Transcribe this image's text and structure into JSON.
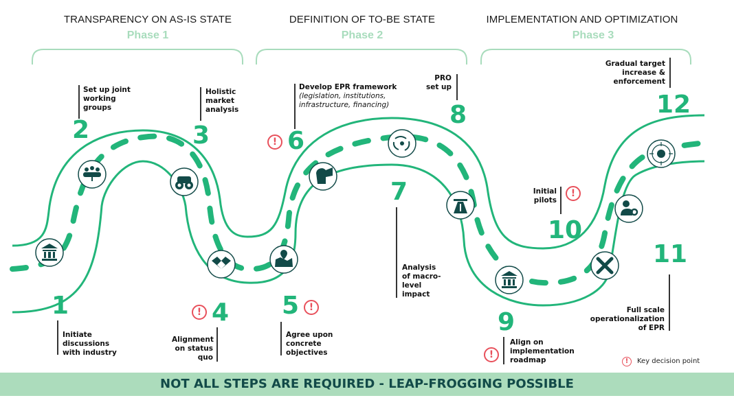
{
  "phases": [
    {
      "title": "TRANSPARENCY ON AS-IS STATE",
      "subtitle": "Phase 1"
    },
    {
      "title": "DEFINITION OF TO-BE STATE",
      "subtitle": "Phase 2"
    },
    {
      "title": "IMPLEMENTATION AND OPTIMIZATION",
      "subtitle": "Phase 3"
    }
  ],
  "steps": [
    {
      "number": "1",
      "label": "Initiate discussions with industry",
      "lines": [
        "Initiate",
        "discussions",
        "with industry"
      ],
      "icon": "government-building-icon",
      "key_decision": false
    },
    {
      "number": "2",
      "label": "Set up joint working groups",
      "lines": [
        "Set up joint",
        "working",
        "groups"
      ],
      "icon": "meeting-table-icon",
      "key_decision": false
    },
    {
      "number": "3",
      "label": "Holistic market analysis",
      "lines": [
        "Holistic",
        "market",
        "analysis"
      ],
      "icon": "binoculars-icon",
      "key_decision": false
    },
    {
      "number": "4",
      "label": "Alignment on status quo",
      "lines": [
        "Alignment",
        "on status",
        "quo"
      ],
      "icon": "handshake-icon",
      "key_decision": true
    },
    {
      "number": "5",
      "label": "Agree upon concrete objectives",
      "lines": [
        "Agree upon",
        "concrete",
        "objectives"
      ],
      "icon": "map-pin-icon",
      "key_decision": true
    },
    {
      "number": "6",
      "label": "Develop EPR framework",
      "lines": [
        "Develop EPR framework"
      ],
      "sublines": [
        "(legislation, institutions,",
        "infrastructure, financing)"
      ],
      "icon": "lighthouse-icon",
      "key_decision": true
    },
    {
      "number": "7",
      "label": "Analysis of macro-level impact",
      "lines": [
        "Analysis",
        "of macro-",
        "level",
        "impact"
      ],
      "icon": "cycle-arrows-icon",
      "key_decision": false
    },
    {
      "number": "8",
      "label": "PRO set up",
      "lines": [
        "PRO",
        "set up"
      ],
      "icon": "highway-icon",
      "key_decision": false
    },
    {
      "number": "9",
      "label": "Align on implementation roadmap",
      "lines": [
        "Align on",
        "implementation",
        "roadmap"
      ],
      "icon": "government-building-icon",
      "key_decision": true
    },
    {
      "number": "10",
      "label": "Initial pilots",
      "lines": [
        "Initial",
        "pilots"
      ],
      "icon": "tools-icon",
      "key_decision": true
    },
    {
      "number": "11",
      "label": "Full scale operationalization of EPR",
      "lines": [
        "Full scale",
        "operationalization",
        "of EPR"
      ],
      "icon": "worker-gear-icon",
      "key_decision": false
    },
    {
      "number": "12",
      "label": "Gradual target increase & enforcement",
      "lines": [
        "Gradual target",
        "increase &",
        "enforcement"
      ],
      "icon": "target-gear-icon",
      "key_decision": false
    }
  ],
  "legend": {
    "icon": "exclamation-circle-icon",
    "symbol": "!",
    "label": "Key decision point"
  },
  "banner": "NOT ALL STEPS ARE REQUIRED - LEAP-FROGGING POSSIBLE",
  "colors": {
    "road": "#22b57a",
    "phase_subtitle": "#a8dcbc",
    "icon_dark": "#124a48",
    "warning": "#e8505b",
    "banner_bg": "#acdcbc"
  }
}
